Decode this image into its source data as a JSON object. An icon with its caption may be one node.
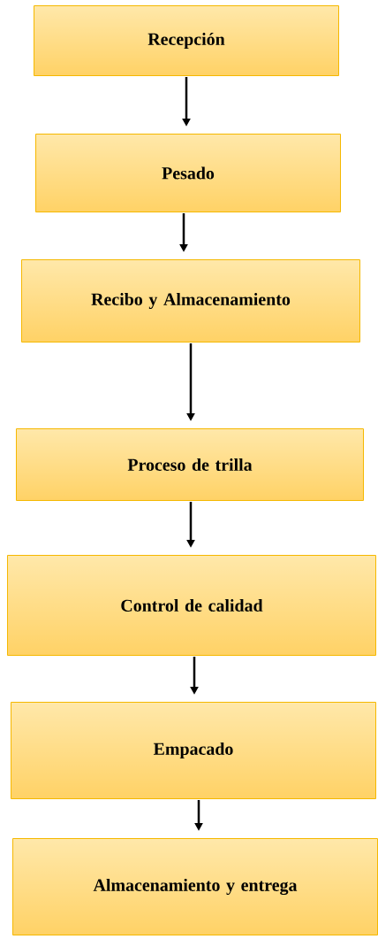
{
  "diagram": {
    "nodes": [
      {
        "text": [
          "Recepción"
        ]
      },
      {
        "text": [
          "Pesado"
        ]
      },
      {
        "text": [
          "Recibo y Almacenamiento"
        ]
      },
      {
        "text": [
          "Proceso de trilla"
        ]
      },
      {
        "text": [
          "Control de calidad"
        ]
      },
      {
        "text": [
          "Empacado"
        ]
      },
      {
        "text": [
          "Almacenamiento y entrega"
        ]
      }
    ],
    "edges": [
      {
        "from": 0,
        "to": 1,
        "arrow": "to"
      },
      {
        "from": 1,
        "to": 2,
        "arrow": "to"
      },
      {
        "from": 2,
        "to": 3,
        "arrow": "to"
      },
      {
        "from": 3,
        "to": 4,
        "arrow": "to"
      },
      {
        "from": 4,
        "to": 5,
        "arrow": "to"
      },
      {
        "from": 5,
        "to": 6,
        "arrow": "to"
      }
    ]
  }
}
